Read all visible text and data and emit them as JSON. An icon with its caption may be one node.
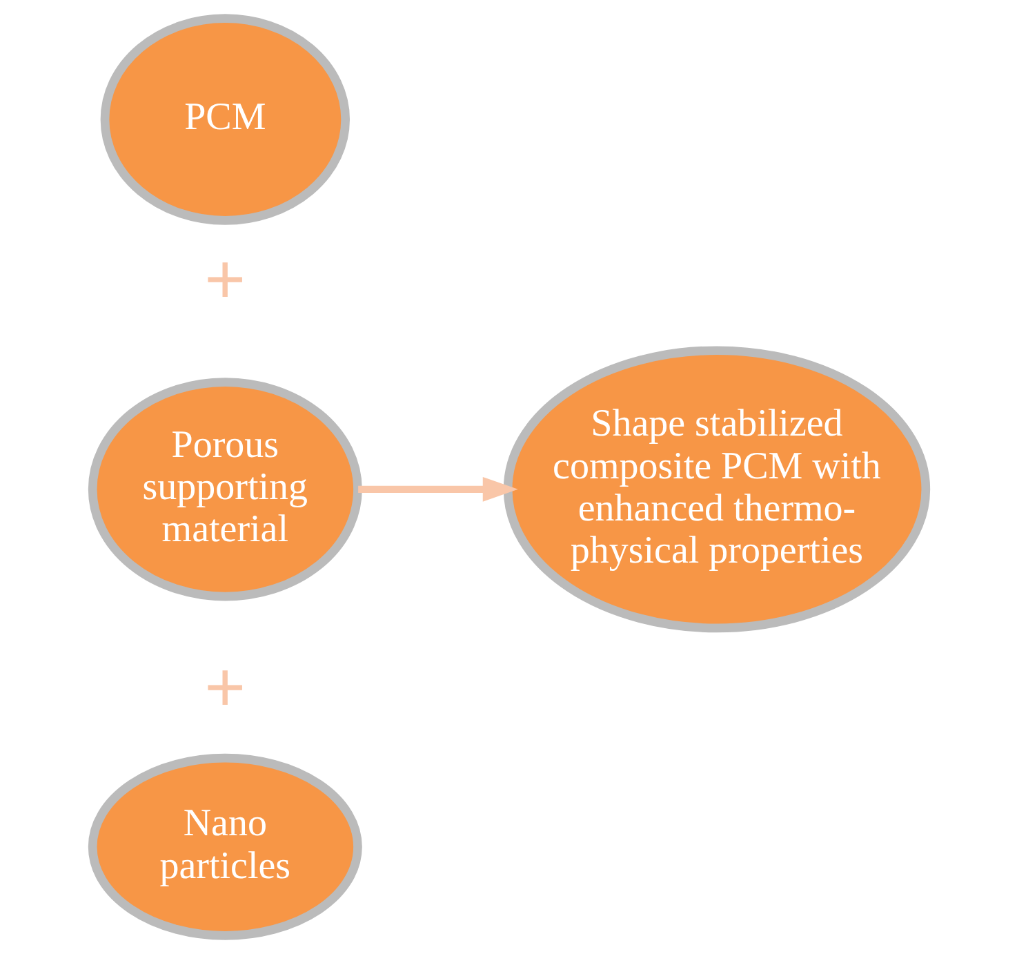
{
  "diagram": {
    "nodes": [
      {
        "text": [
          "PCM"
        ]
      },
      {
        "text": [
          "Porous supporting material"
        ]
      },
      {
        "text": [
          "Nano particles"
        ]
      },
      {
        "text": [
          "Shape stabilized composite PCM with enhanced thermo-physical properties"
        ]
      }
    ],
    "edges": [
      {
        "from": 1,
        "to": 3,
        "arrow": "to"
      }
    ],
    "labels": [
      "+",
      "+"
    ]
  }
}
